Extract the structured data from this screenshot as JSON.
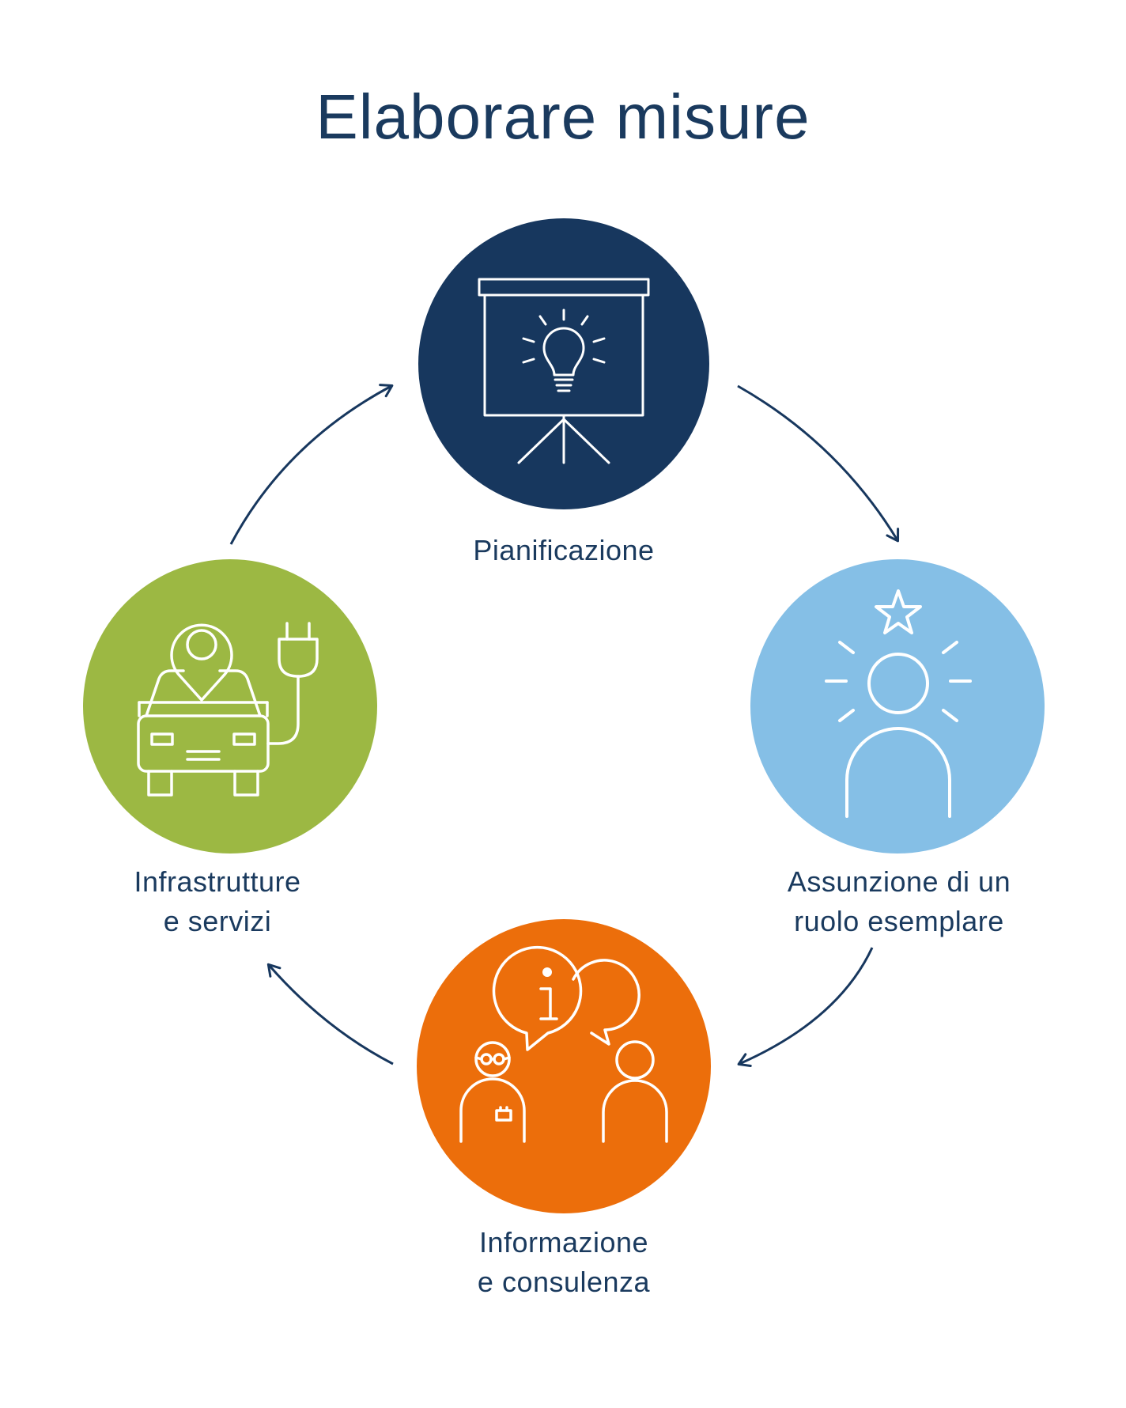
{
  "title": "Elaborare misure",
  "colors": {
    "text": "#1a3a5e",
    "planning": "#17375e",
    "role_model": "#85bfe6",
    "information": "#ec6e0b",
    "infrastructure": "#9cb843",
    "icon_stroke": "#ffffff"
  },
  "steps": [
    {
      "label_lines": [
        "Pianificazione"
      ],
      "icon": "presentation-screen-lightbulb-icon"
    },
    {
      "label_lines": [
        "Assunzione di un",
        "ruolo esemplare"
      ],
      "icon": "person-star-icon"
    },
    {
      "label_lines": [
        "Informazione",
        "e consulenza"
      ],
      "icon": "people-info-speech-icon"
    },
    {
      "label_lines": [
        "Infrastrutture",
        "e servizi"
      ],
      "icon": "electric-car-charging-icon"
    }
  ]
}
